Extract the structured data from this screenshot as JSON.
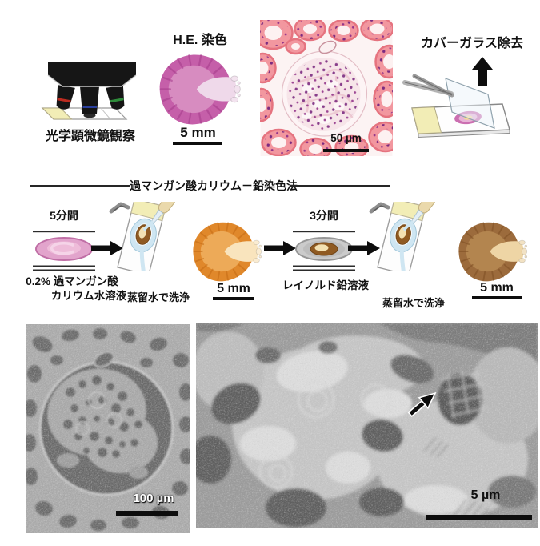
{
  "figure": {
    "top_row": {
      "microscope_caption": "光学顕微鏡観察",
      "he_label": "H.E. 染色",
      "he_scale": "5 mm",
      "micrograph_scale": "50 µm",
      "coverglass_caption": "カバーガラス除去"
    },
    "protocol": {
      "title": "過マンガン酸カリウム－鉛染色法",
      "step1_duration": "5分間",
      "step1_reagent_line1": "0.2% 過マンガン酸",
      "step1_reagent_line2": "カリウム水溶液",
      "wash1_caption": "蒸留水で洗浄",
      "result1_scale": "5 mm",
      "step2_duration": "3分間",
      "step2_reagent": "レイノルド鉛溶液",
      "wash2_caption": "蒸留水で洗浄",
      "result2_scale": "5 mm"
    },
    "sem_row": {
      "low_mag_scale": "100 µm",
      "high_mag_scale": "5 µm"
    }
  },
  "palette": {
    "he_rim": "#c55fa9",
    "he_mid": "#d78cc0",
    "he_tongue": "#efd9ea",
    "he_lines": "#a43b8b",
    "he_fringe": "#f3e3ef",
    "perm_rim": "#e0882b",
    "perm_mid": "#edaa58",
    "perm_tongue": "#f9e4bd",
    "perm_lines": "#c26a14",
    "perm_fringe": "#faecd2",
    "lead_rim": "#9c6b3c",
    "lead_mid": "#b3854f",
    "lead_tongue": "#eed5a5",
    "lead_lines": "#7d4e22",
    "lead_fringe": "#f2e2c4",
    "dish_solution_pink": "#e2a4cc",
    "dish_specimen_brown": "#8f5a22",
    "water_blue": "#cfe6f2",
    "slide_label_yellow": "#f2edb6",
    "objective_stripe_red": "#bb2b20",
    "objective_stripe_blue": "#2a3f9e",
    "objective_stripe_green": "#2e8b3a"
  }
}
